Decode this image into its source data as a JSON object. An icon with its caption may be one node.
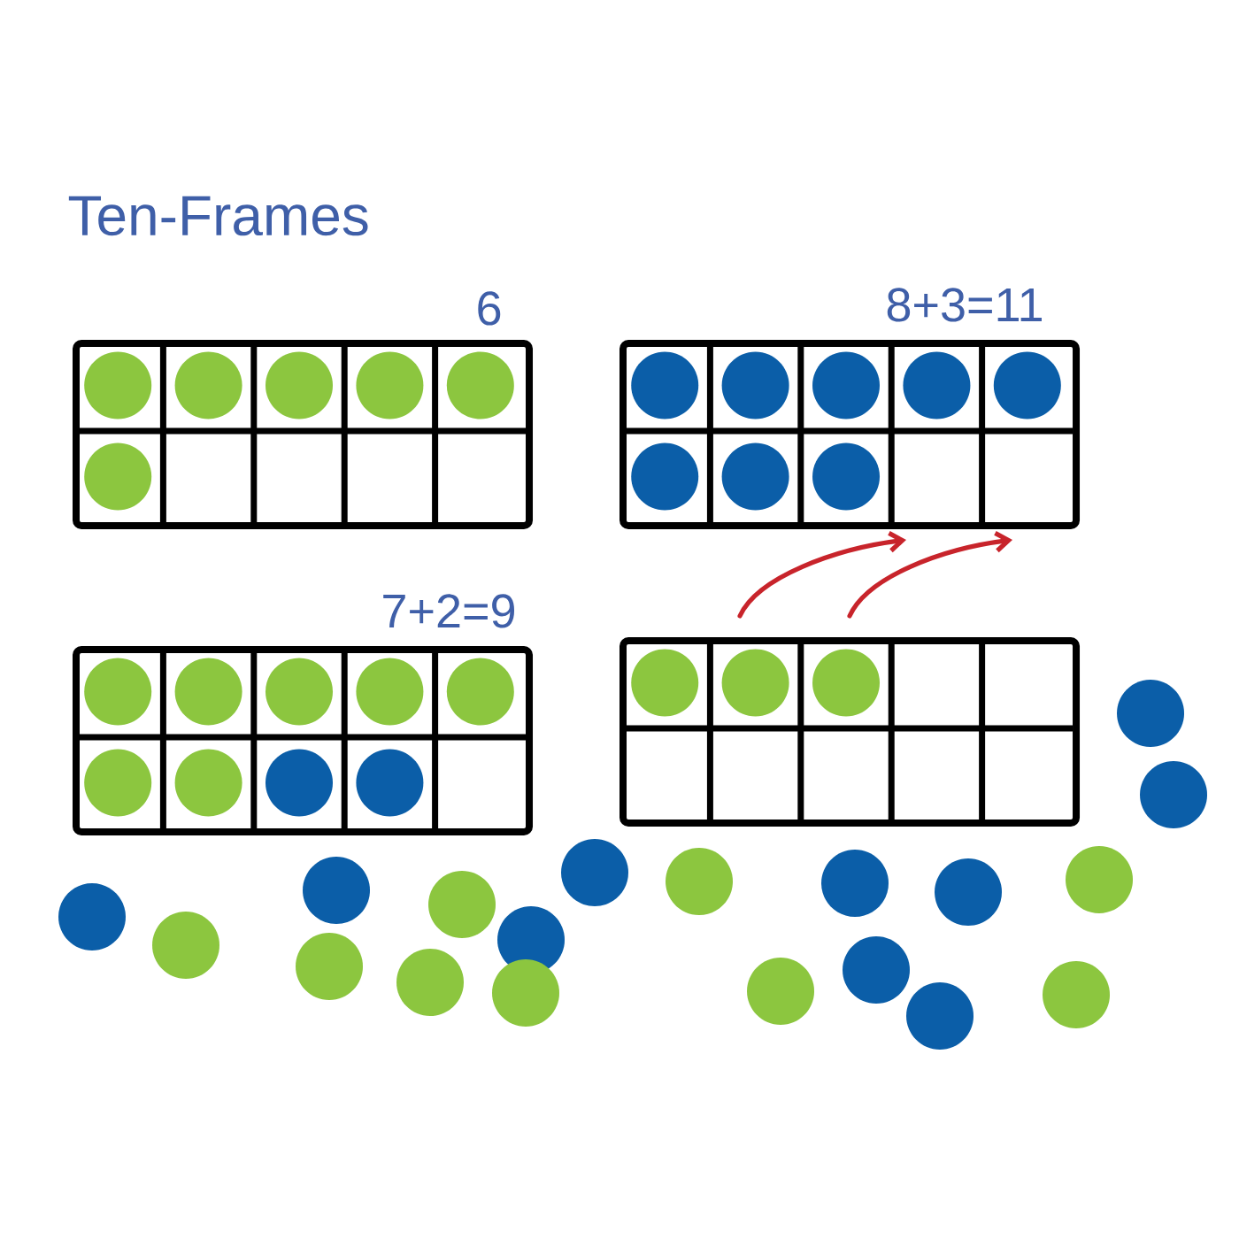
{
  "diagram": {
    "title": "Ten-Frames",
    "nodes": [
      {
        "text": [],
        "shape": "box",
        "beside": [
          "6"
        ]
      },
      {
        "text": [],
        "shape": "box",
        "beside": [
          "8+3=11"
        ]
      },
      {
        "text": [],
        "shape": "box",
        "beside": [
          "7+2=9"
        ]
      },
      {
        "text": [],
        "shape": "box"
      }
    ],
    "edges": [
      {
        "from": 3,
        "to": 1,
        "arrow": "to"
      },
      {
        "from": 3,
        "to": 1,
        "arrow": "to"
      }
    ]
  }
}
